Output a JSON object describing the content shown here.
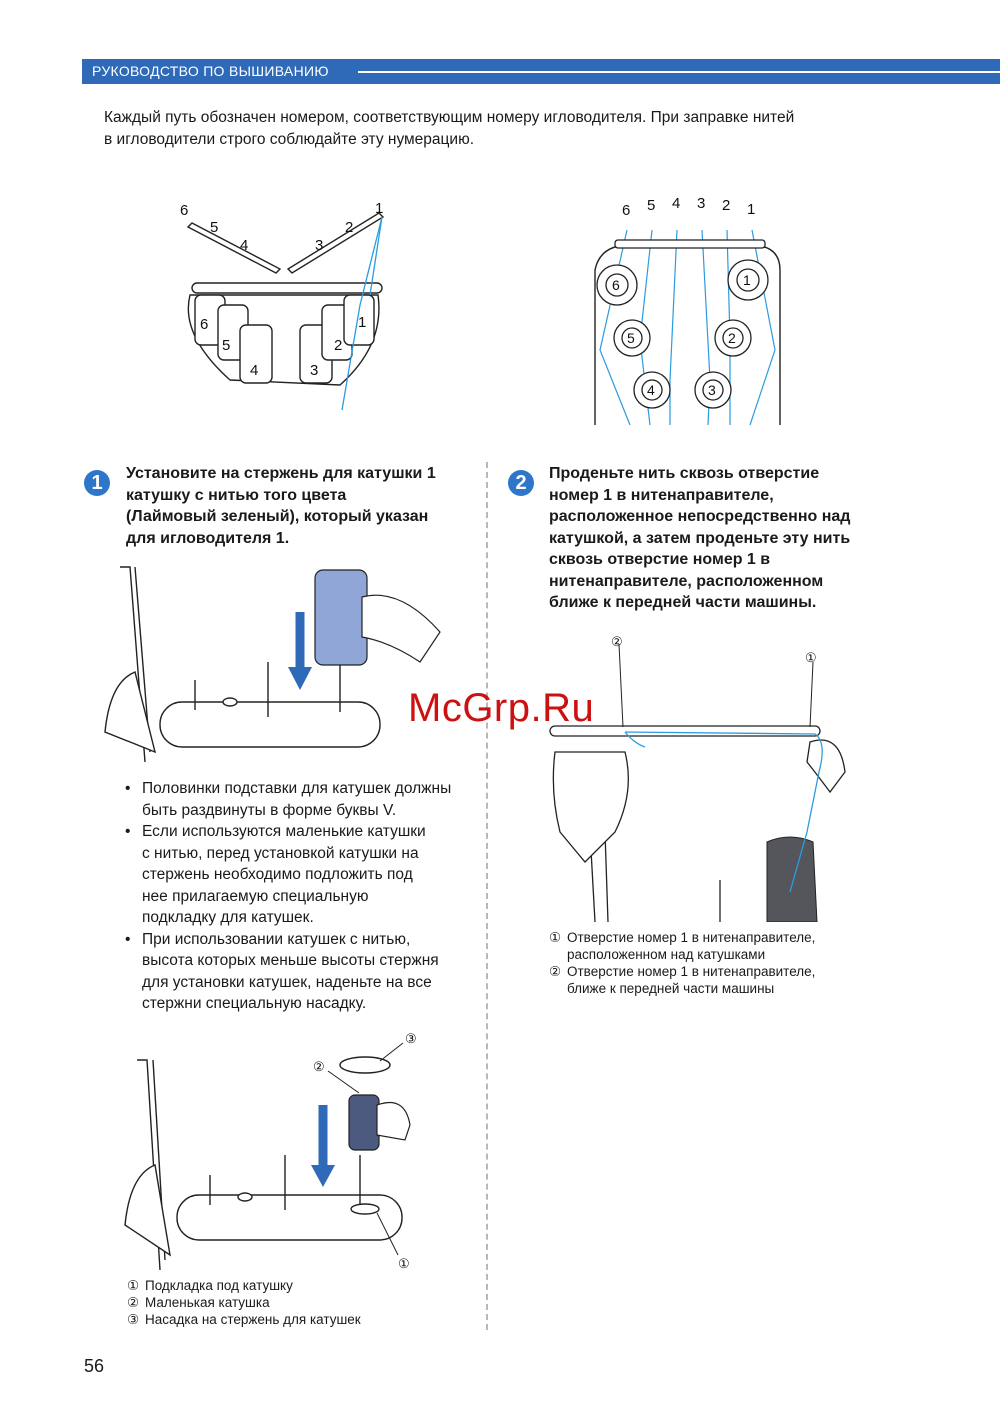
{
  "header": {
    "title": "РУКОВОДСТВО ПО ВЫШИВАНИЮ"
  },
  "intro": {
    "line1": "Каждый путь обозначен номером, соответствующим номеру игловодителя. При заправке нитей",
    "line2": "в игловодители строго соблюдайте эту нумерацию."
  },
  "figure_top_left": {
    "numbers": [
      "6",
      "5",
      "4",
      "3",
      "2",
      "1"
    ]
  },
  "figure_top_right": {
    "numbers": [
      "6",
      "5",
      "4",
      "3",
      "2",
      "1"
    ]
  },
  "step1": {
    "badge": "1",
    "lines": [
      "Установите на стержень для катушки 1",
      "катушку с нитью того цвета",
      "(Лаймовый зеленый), который указан",
      "для игловодителя 1."
    ]
  },
  "step2": {
    "badge": "2",
    "lines": [
      "Проденьте нить сквозь отверстие",
      "номер 1 в нитенаправителе,",
      "расположенное непосредственно над",
      "катушкой, а затем проденьте эту нить",
      "сквозь отверстие номер 1 в",
      "нитенаправителе, расположенном",
      "ближе к передней части машины."
    ]
  },
  "bullets": {
    "mark": "•",
    "items": [
      [
        "Половинки подставки для катушек должны",
        "быть раздвинуты в форме буквы V."
      ],
      [
        "Если используются маленькие катушки",
        "с нитью, перед установкой катушки на",
        "стержень необходимо подложить под",
        "нее прилагаемую специальную",
        "подкладку для катушек."
      ],
      [
        "При использовании катушек с нитью,",
        "высота которых меньше высоты стержня",
        "для установки катушек, наденьте на все",
        "стержни специальную насадку."
      ]
    ]
  },
  "legend_left": {
    "items": [
      {
        "num": "①",
        "text": "Подкладка под катушку"
      },
      {
        "num": "②",
        "text": "Маленькая катушка"
      },
      {
        "num": "③",
        "text": "Насадка на стержень для катушек"
      }
    ]
  },
  "legend_right": {
    "items": [
      {
        "num": "①",
        "text": "Отверстие номер 1 в нитенаправителе,",
        "cont": "расположенном над катушками"
      },
      {
        "num": "②",
        "text": "Отверстие номер 1 в нитенаправителе,",
        "cont": "ближе к передней части машины"
      }
    ]
  },
  "callouts": {
    "one": "①",
    "two": "②",
    "three": "③"
  },
  "watermark": "McGrp.Ru",
  "page_number": "56",
  "colors": {
    "accent": "#2f6ab8",
    "thread": "#2b9be0",
    "spool_blue": "#8fa6d6",
    "watermark": "#cc1111"
  }
}
